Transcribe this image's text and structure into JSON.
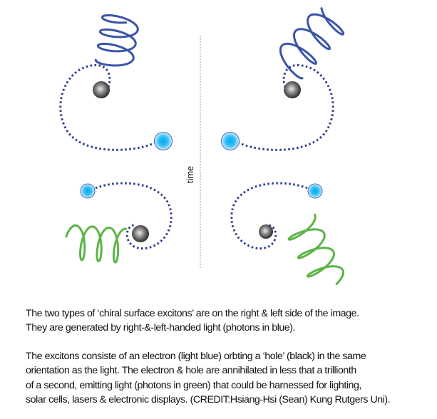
{
  "figure": {
    "axis_label": "time",
    "colors": {
      "incoming_photon": "#3a55a8",
      "emitted_photon": "#5cb547",
      "orbit": "#2a3a8f",
      "electron": "#1ab0ef",
      "hole": "#333333",
      "time_line": "#7a9ad6"
    }
  },
  "caption": {
    "paragraph1": [
      "The two types of ‘chiral surface excitons’ are on the right & left side of the image.",
      "They are generated by right-&-left-handed light (photons in blue)."
    ],
    "paragraph2": [
      "The excitons consiste of an electron (light blue) orbting a ‘hole’ (black) in the same",
      "orientation as the light. The electron & hole are annihilated in less that a trillionth",
      "of a second, emitting light (photons in green) that could be harnessed for lighting,",
      "solar cells, lasers & electronic displays. (CREDIT:Hsiang-Hsi (Sean) Kung Rutgers Uni)."
    ]
  }
}
